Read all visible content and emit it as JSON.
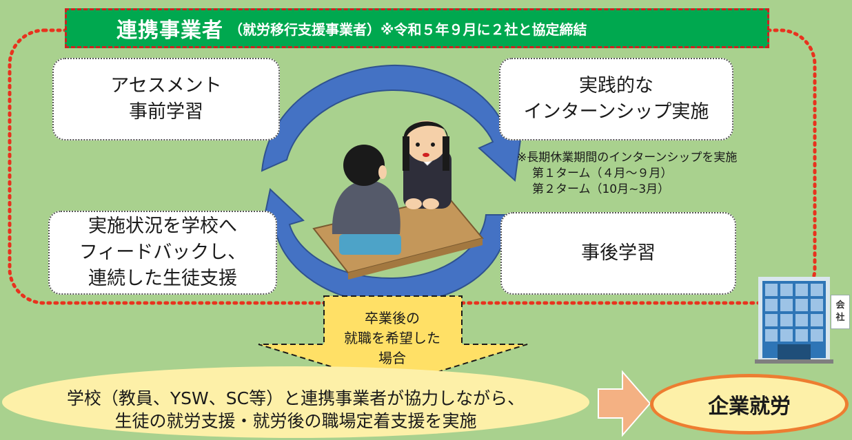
{
  "header": {
    "title": "連携事業者",
    "subtitle": "（就労移行支援事業者）※令和５年９月に２社と協定締結"
  },
  "steps": {
    "assessment": [
      "アセスメント",
      "事前学習"
    ],
    "internship": [
      "実践的な",
      "インターンシップ実施"
    ],
    "review": [
      "事後学習"
    ],
    "feedback": [
      "実施状況を学校へ",
      "フィードバックし、",
      "連続した生徒支援"
    ]
  },
  "note": [
    "※長期休業期間のインターンシップを実施",
    "第１ターム（４月～９月）",
    "第２ターム（10月~3月）"
  ],
  "arrow_text": [
    "卒業後の",
    "就職を希望した",
    "場合"
  ],
  "bottom_text": [
    "学校（教員、YSW、SC等）と連携事業者が協力しながら、",
    "生徒の就労支援・就労後の職場定着支援を実施"
  ],
  "goal": "企業就労",
  "building_sign": [
    "会",
    "社"
  ],
  "colors": {
    "background": "#a9d18e",
    "header": "#00a84f",
    "dashed_border": "#d02020",
    "cycle_arrow": "#4472c4",
    "arrow_yellow": "#ffe066",
    "ellipse": "#fdf0a8",
    "goal_border": "#ed7d31",
    "right_arrow": "#f4b183"
  }
}
